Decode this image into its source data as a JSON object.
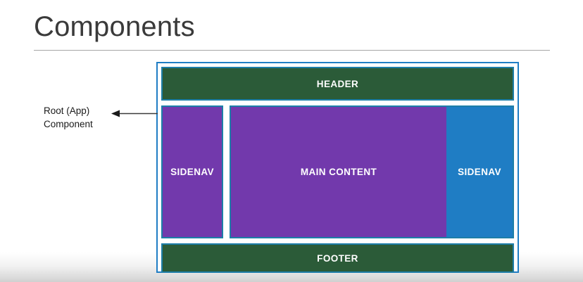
{
  "slide": {
    "title": "Components"
  },
  "annotation": {
    "line1": "Root (App)",
    "line2": "Component",
    "arrow_icon": "arrow-left-icon"
  },
  "diagram": {
    "header": {
      "label": "HEADER",
      "color": "#2b5b38"
    },
    "sidenav_left": {
      "label": "SIDENAV",
      "color": "#7239ac"
    },
    "main_content": {
      "label": "MAIN CONTENT",
      "color": "#7239ac"
    },
    "sidenav_right": {
      "label": "SIDENAV",
      "color": "#1f7dc4"
    },
    "footer": {
      "label": "FOOTER",
      "color": "#2b5b38"
    },
    "container_border_color": "#1f7dc4",
    "block_border_color": "#1d7ea8"
  }
}
